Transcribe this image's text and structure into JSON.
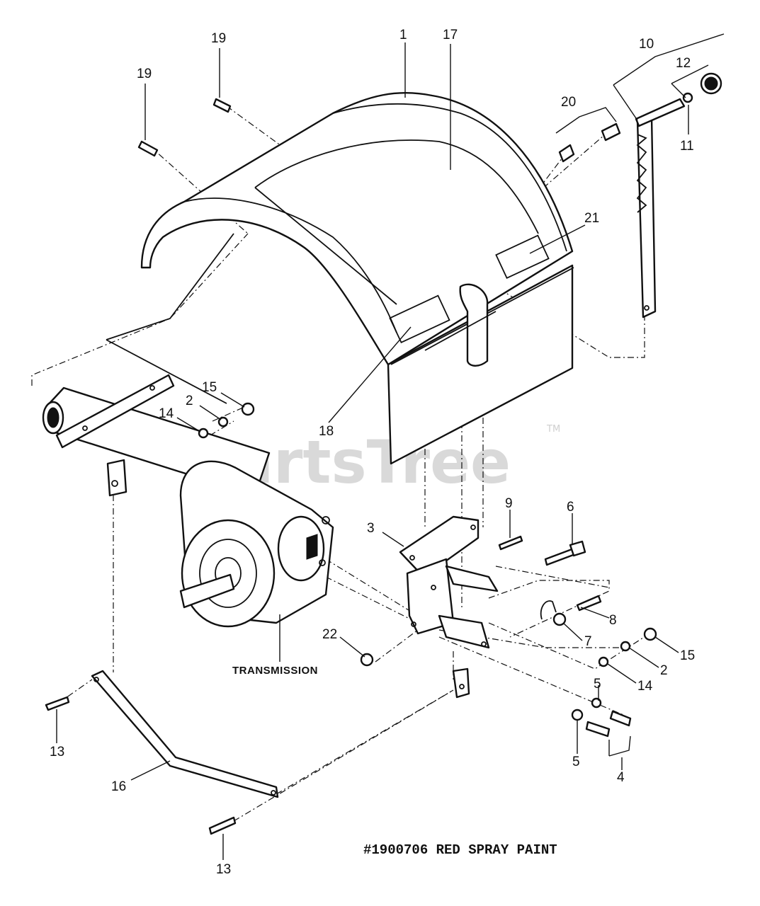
{
  "watermark": {
    "text": "PartsTree",
    "trademark": "TM"
  },
  "callouts": {
    "c1": "1",
    "c17": "17",
    "c19a": "19",
    "c19b": "19",
    "c20": "20",
    "c10": "10",
    "c12": "12",
    "c11": "11",
    "c21": "21",
    "c15a": "15",
    "c2a": "2",
    "c14a": "14",
    "c18": "18",
    "c3": "3",
    "c9": "9",
    "c6": "6",
    "c8": "8",
    "c7": "7",
    "c22": "22",
    "c15b": "15",
    "c2b": "2",
    "c14b": "14",
    "c5a": "5",
    "c5b": "5",
    "c4": "4",
    "c13a": "13",
    "c16": "16",
    "c13b": "13"
  },
  "labels": {
    "transmission": "TRANSMISSION"
  },
  "note": "#1900706  RED SPRAY PAINT"
}
